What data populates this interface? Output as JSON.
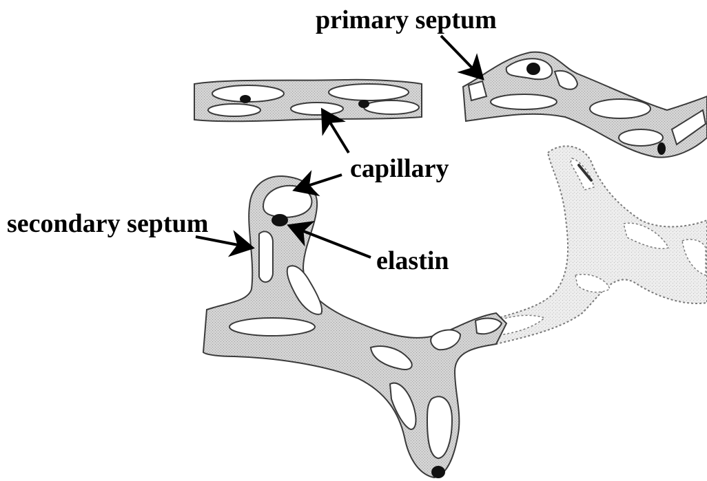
{
  "labels": {
    "primary_septum": "primary septum",
    "capillary": "capillary",
    "secondary_septum": "secondary septum",
    "elastin": "elastin"
  },
  "colors": {
    "tissue_fill": "#cfcfcf",
    "outline": "#3a3a3a",
    "lumen": "#ffffff",
    "elastin": "#111111",
    "arrow": "#000000",
    "ghost_outline": "#7a7a7a"
  }
}
